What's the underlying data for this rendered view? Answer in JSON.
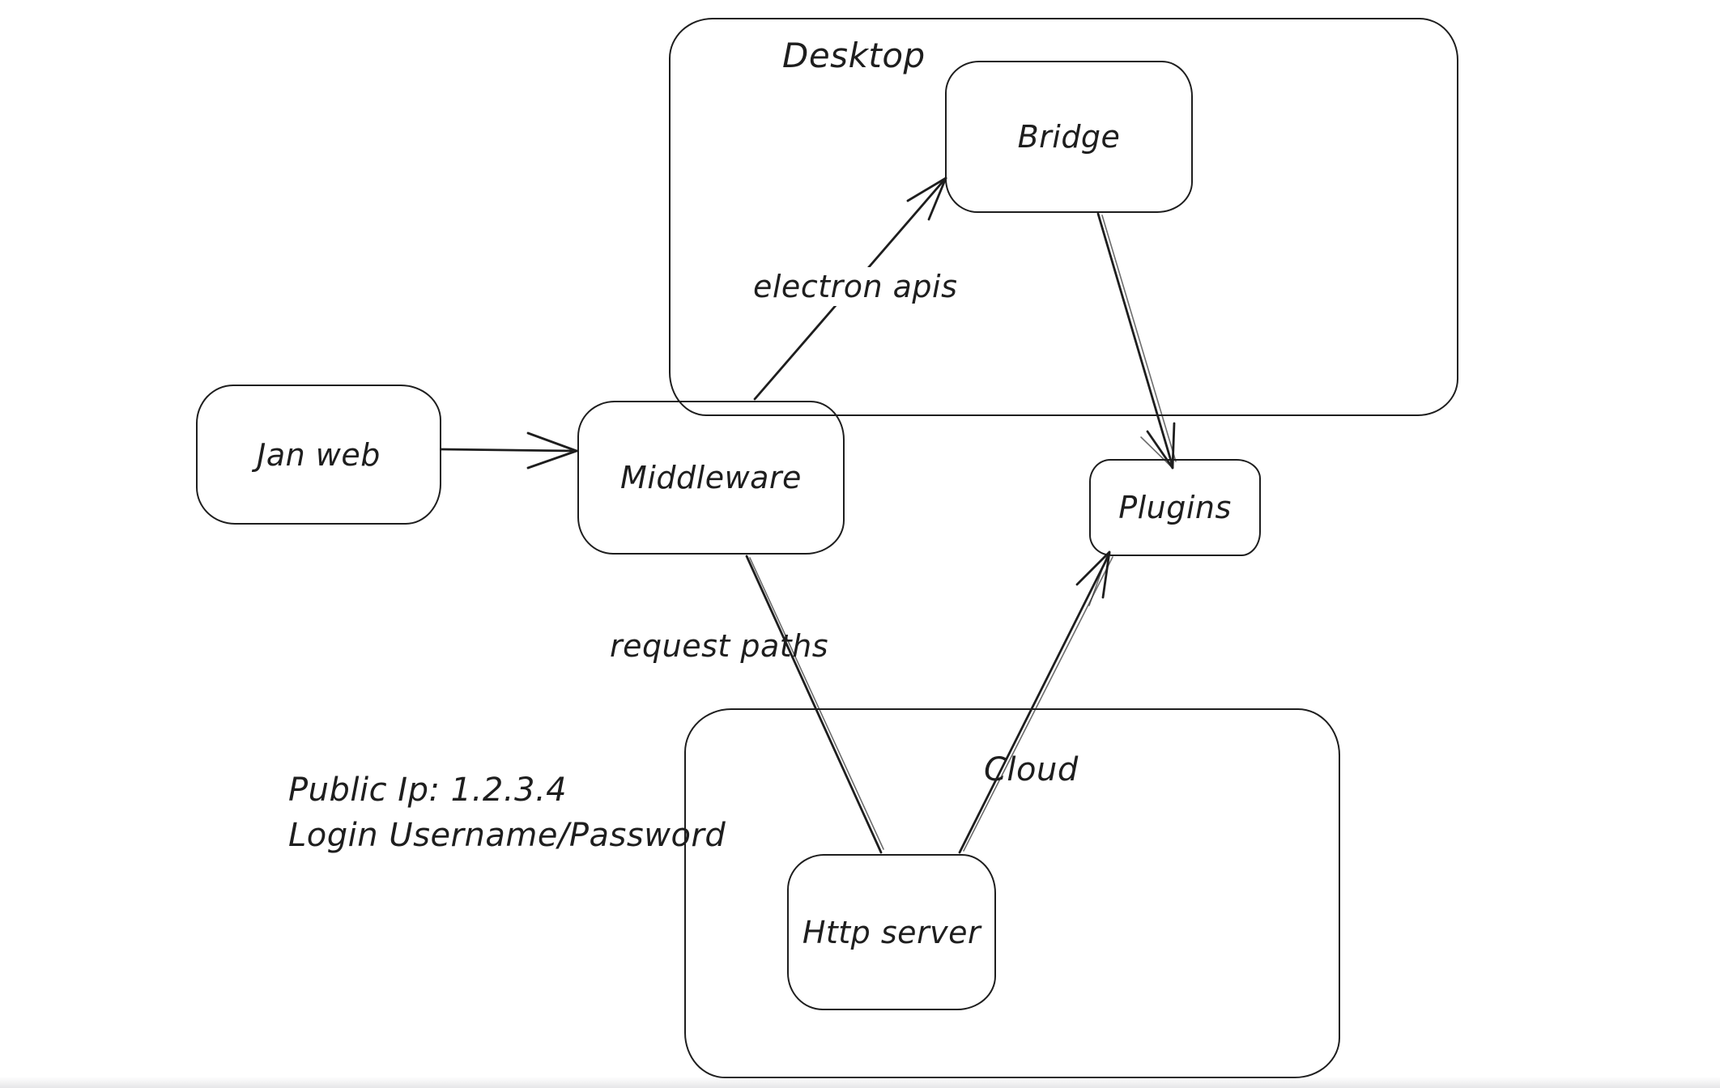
{
  "diagram": {
    "colors": {
      "stroke": "#1e1e1e",
      "background": "#ffffff"
    },
    "containers": [
      {
        "id": "desktop",
        "label": "Desktop"
      },
      {
        "id": "cloud",
        "label": "Cloud"
      }
    ],
    "nodes": [
      {
        "id": "jan-web",
        "label": "Jan web"
      },
      {
        "id": "middleware",
        "label": "Middleware"
      },
      {
        "id": "bridge",
        "label": "Bridge"
      },
      {
        "id": "plugins",
        "label": "Plugins"
      },
      {
        "id": "http-server",
        "label": "Http server"
      }
    ],
    "edge_labels": [
      {
        "id": "electron-apis",
        "label": "electron apis"
      },
      {
        "id": "request-paths",
        "label": "request paths"
      }
    ],
    "notes": [
      {
        "id": "public-ip",
        "text": "Public Ip: 1.2.3.4"
      },
      {
        "id": "login",
        "text": "Login Username/Password"
      }
    ],
    "connectors": [
      {
        "id": "jan-web-to-middleware",
        "from": "jan-web",
        "to": "middleware",
        "arrowhead": "end"
      },
      {
        "id": "middleware-to-bridge",
        "from": "middleware",
        "to": "bridge",
        "arrowhead": "end",
        "label": "electron apis"
      },
      {
        "id": "bridge-to-plugins",
        "from": "bridge",
        "to": "plugins",
        "arrowhead": "end"
      },
      {
        "id": "middleware-to-http-server",
        "from": "middleware",
        "to": "http-server",
        "arrowhead": "none",
        "label": "request paths"
      },
      {
        "id": "http-server-to-plugins",
        "from": "http-server",
        "to": "plugins",
        "arrowhead": "end"
      }
    ]
  }
}
